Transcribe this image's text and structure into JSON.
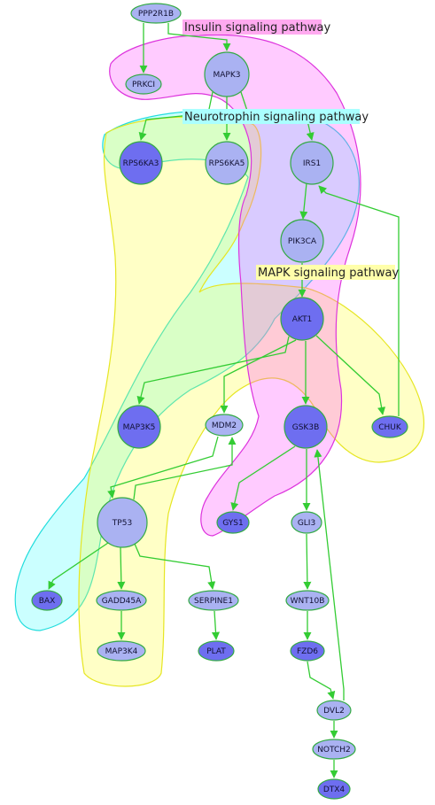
{
  "colors": {
    "edge": "#33cc33",
    "node_border": "#33aa44",
    "node_light": "#aab2f2",
    "node_dark": "#6e6ef0",
    "insulin_fill": "#ff44ff",
    "insulin_stroke": "#dd33dd",
    "insulin_label_bg": "#ffaaf0",
    "neurotrophin_fill": "#44ffff",
    "neurotrophin_stroke": "#22dddd",
    "neurotrophin_label_bg": "#aaffff",
    "mapk_fill": "#ffff33",
    "mapk_stroke": "#e6e622",
    "mapk_label_bg": "#ffffaa"
  },
  "pathways": [
    {
      "id": "insulin",
      "label": "Insulin signaling pathway"
    },
    {
      "id": "neurotrophin",
      "label": "Neurotrophin signaling pathway"
    },
    {
      "id": "mapk",
      "label": "MAPK signaling pathway"
    }
  ],
  "nodes": [
    {
      "id": "PPP2R1B",
      "label": "PPP2R1B",
      "shape": "ellipse",
      "shade": "light"
    },
    {
      "id": "PRKCI",
      "label": "PRKCI",
      "shape": "ellipse",
      "shade": "light"
    },
    {
      "id": "MAPK3",
      "label": "MAPK3",
      "shape": "circle",
      "shade": "light"
    },
    {
      "id": "RPS6KA3",
      "label": "RPS6KA3",
      "shape": "circle",
      "shade": "dark"
    },
    {
      "id": "RPS6KA5",
      "label": "RPS6KA5",
      "shape": "circle",
      "shade": "light"
    },
    {
      "id": "IRS1",
      "label": "IRS1",
      "shape": "circle",
      "shade": "light"
    },
    {
      "id": "PIK3CA",
      "label": "PIK3CA",
      "shape": "circle",
      "shade": "light"
    },
    {
      "id": "AKT1",
      "label": "AKT1",
      "shape": "circle",
      "shade": "dark"
    },
    {
      "id": "MAP3K5",
      "label": "MAP3K5",
      "shape": "circle",
      "shade": "dark"
    },
    {
      "id": "MDM2",
      "label": "MDM2",
      "shape": "ellipse",
      "shade": "light"
    },
    {
      "id": "GSK3B",
      "label": "GSK3B",
      "shape": "circle",
      "shade": "dark"
    },
    {
      "id": "CHUK",
      "label": "CHUK",
      "shape": "ellipse",
      "shade": "dark"
    },
    {
      "id": "TP53",
      "label": "TP53",
      "shape": "circle",
      "shade": "light"
    },
    {
      "id": "GYS1",
      "label": "GYS1",
      "shape": "ellipse",
      "shade": "dark"
    },
    {
      "id": "GLI3",
      "label": "GLI3",
      "shape": "ellipse",
      "shade": "light"
    },
    {
      "id": "BAX",
      "label": "BAX",
      "shape": "ellipse",
      "shade": "dark"
    },
    {
      "id": "GADD45A",
      "label": "GADD45A",
      "shape": "ellipse",
      "shade": "light"
    },
    {
      "id": "SERPINE1",
      "label": "SERPINE1",
      "shape": "ellipse",
      "shade": "light"
    },
    {
      "id": "WNT10B",
      "label": "WNT10B",
      "shape": "ellipse",
      "shade": "light"
    },
    {
      "id": "MAP3K4",
      "label": "MAP3K4",
      "shape": "ellipse",
      "shade": "light"
    },
    {
      "id": "PLAT",
      "label": "PLAT",
      "shape": "ellipse",
      "shade": "dark"
    },
    {
      "id": "FZD6",
      "label": "FZD6",
      "shape": "ellipse",
      "shade": "dark"
    },
    {
      "id": "DVL2",
      "label": "DVL2",
      "shape": "ellipse",
      "shade": "light"
    },
    {
      "id": "NOTCH2",
      "label": "NOTCH2",
      "shape": "ellipse",
      "shade": "light"
    },
    {
      "id": "DTX4",
      "label": "DTX4",
      "shape": "ellipse",
      "shade": "dark"
    }
  ],
  "edges": [
    {
      "from": "PPP2R1B",
      "to": "PRKCI"
    },
    {
      "from": "PPP2R1B",
      "to": "MAPK3"
    },
    {
      "from": "MAPK3",
      "to": "RPS6KA3"
    },
    {
      "from": "MAPK3",
      "to": "RPS6KA5"
    },
    {
      "from": "MAPK3",
      "to": "IRS1"
    },
    {
      "from": "IRS1",
      "to": "PIK3CA"
    },
    {
      "from": "PIK3CA",
      "to": "AKT1"
    },
    {
      "from": "AKT1",
      "to": "MAP3K5"
    },
    {
      "from": "AKT1",
      "to": "MDM2"
    },
    {
      "from": "AKT1",
      "to": "GSK3B"
    },
    {
      "from": "AKT1",
      "to": "CHUK"
    },
    {
      "from": "CHUK",
      "to": "IRS1"
    },
    {
      "from": "MDM2",
      "to": "TP53"
    },
    {
      "from": "TP53",
      "to": "MDM2"
    },
    {
      "from": "GSK3B",
      "to": "GYS1"
    },
    {
      "from": "GSK3B",
      "to": "GLI3"
    },
    {
      "from": "TP53",
      "to": "BAX"
    },
    {
      "from": "TP53",
      "to": "GADD45A"
    },
    {
      "from": "TP53",
      "to": "SERPINE1"
    },
    {
      "from": "GADD45A",
      "to": "MAP3K4"
    },
    {
      "from": "SERPINE1",
      "to": "PLAT"
    },
    {
      "from": "GLI3",
      "to": "WNT10B"
    },
    {
      "from": "WNT10B",
      "to": "FZD6"
    },
    {
      "from": "FZD6",
      "to": "DVL2"
    },
    {
      "from": "DVL2",
      "to": "GSK3B"
    },
    {
      "from": "DVL2",
      "to": "NOTCH2"
    },
    {
      "from": "NOTCH2",
      "to": "DTX4"
    }
  ]
}
